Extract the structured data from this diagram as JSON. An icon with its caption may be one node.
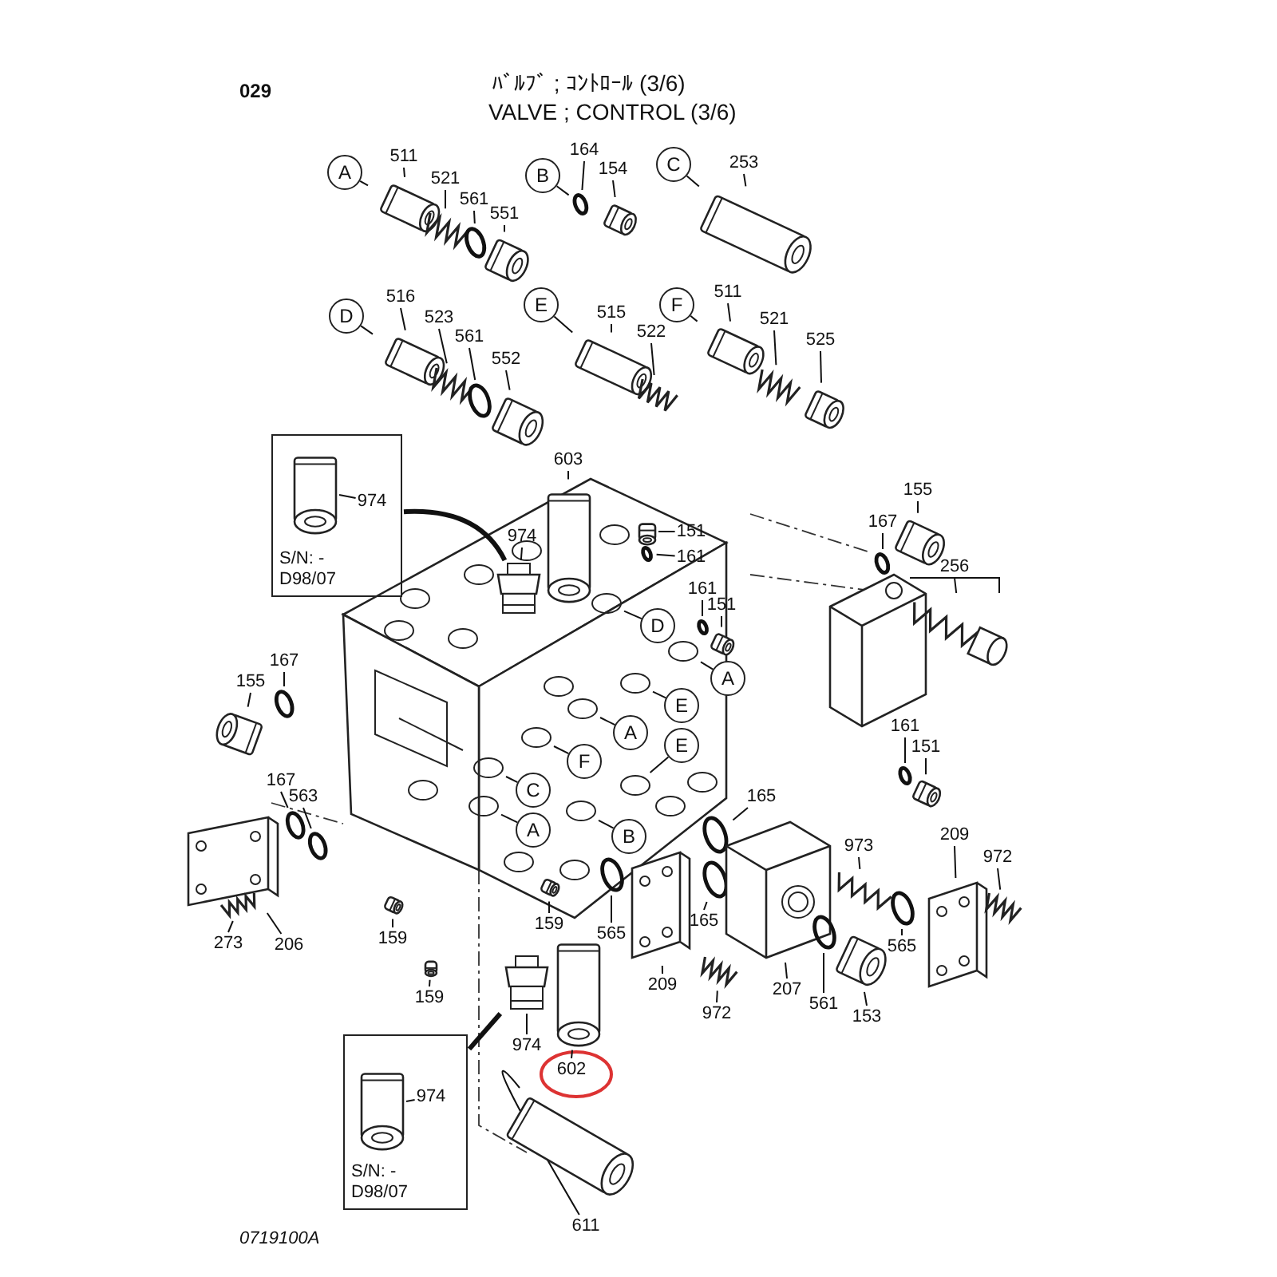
{
  "diagram": {
    "title": "ﾊﾞﾙﾌﾞ ; ｺﾝﾄﾛｰﾙ (3/6)",
    "nodes": [
      {
        "text": [
          "A"
        ]
      },
      {
        "text": [
          "511"
        ]
      },
      {
        "text": [
          "521"
        ]
      },
      {
        "text": [
          "561"
        ]
      },
      {
        "text": [
          "551"
        ]
      },
      {
        "text": [
          "B"
        ]
      },
      {
        "text": [
          "164"
        ]
      },
      {
        "text": [
          "154"
        ]
      },
      {
        "text": [
          "C"
        ]
      },
      {
        "text": [
          "253"
        ]
      },
      {
        "text": [
          "D"
        ]
      },
      {
        "text": [
          "516"
        ]
      },
      {
        "text": [
          "523"
        ]
      },
      {
        "text": [
          "561"
        ]
      },
      {
        "text": [
          "552"
        ]
      },
      {
        "text": [
          "E"
        ]
      },
      {
        "text": [
          "515"
        ]
      },
      {
        "text": [
          "522"
        ]
      },
      {
        "text": [
          "F"
        ]
      },
      {
        "text": [
          "511"
        ]
      },
      {
        "text": [
          "521"
        ]
      },
      {
        "text": [
          "525"
        ]
      },
      {
        "text": [
          "S/N: -D98/07"
        ]
      },
      {
        "text": [
          "974"
        ],
        "in": 22
      },
      {
        "text": [
          "603"
        ]
      },
      {
        "text": [
          "974"
        ]
      },
      {
        "text": [],
        "shape": "picture"
      },
      {
        "text": [
          "151"
        ]
      },
      {
        "text": [
          "161"
        ]
      },
      {
        "text": [
          "161"
        ]
      },
      {
        "text": [
          "151"
        ]
      },
      {
        "text": [
          "167"
        ]
      },
      {
        "text": [
          "155"
        ]
      },
      {
        "text": [
          "256"
        ]
      },
      {
        "text": [
          "161"
        ]
      },
      {
        "text": [
          "151"
        ]
      },
      {
        "text": [
          "D"
        ]
      },
      {
        "text": [
          "A"
        ]
      },
      {
        "text": [
          "E"
        ]
      },
      {
        "text": [
          "A"
        ]
      },
      {
        "text": [
          "E"
        ]
      },
      {
        "text": [
          "F"
        ]
      },
      {
        "text": [
          "C"
        ]
      },
      {
        "text": [
          "A"
        ]
      },
      {
        "text": [
          "B"
        ]
      },
      {
        "text": [
          "155"
        ]
      },
      {
        "text": [
          "167"
        ]
      },
      {
        "text": [
          "167"
        ]
      },
      {
        "text": [
          "563"
        ]
      },
      {
        "text": [
          "165"
        ]
      },
      {
        "text": [
          "973"
        ]
      },
      {
        "text": [
          "209"
        ]
      },
      {
        "text": [
          "972"
        ]
      },
      {
        "text": [
          "273"
        ]
      },
      {
        "text": [
          "206"
        ]
      },
      {
        "text": [
          "159"
        ]
      },
      {
        "text": [
          "565"
        ]
      },
      {
        "text": [
          "159"
        ]
      },
      {
        "text": [
          "165"
        ]
      },
      {
        "text": [
          "565"
        ]
      },
      {
        "text": [
          "209"
        ]
      },
      {
        "text": [
          "972"
        ]
      },
      {
        "text": [
          "207"
        ]
      },
      {
        "text": [
          "561"
        ]
      },
      {
        "text": [
          "153"
        ]
      },
      {
        "text": [
          "159"
        ]
      },
      {
        "text": [
          "974"
        ]
      },
      {
        "text": [],
        "shape": "picture"
      },
      {
        "text": [
          "602"
        ]
      },
      {
        "text": [
          "S/N: -D98/07"
        ]
      },
      {
        "text": [
          "974"
        ],
        "in": 69
      },
      {
        "text": [
          "611"
        ]
      },
      {
        "text": [],
        "shape": "picture"
      },
      {
        "text": [],
        "shape": "picture"
      },
      {
        "text": [],
        "shape": "circle"
      },
      {
        "text": [],
        "shape": "picture"
      },
      {
        "text": [],
        "shape": "circle"
      },
      {
        "text": [],
        "shape": "picture"
      },
      {
        "text": [],
        "shape": "picture"
      },
      {
        "text": [],
        "shape": "picture"
      },
      {
        "text": [],
        "shape": "picture"
      },
      {
        "text": [],
        "shape": "circle"
      },
      {
        "text": [],
        "shape": "picture"
      },
      {
        "text": [],
        "shape": "picture"
      },
      {
        "text": [],
        "shape": "picture"
      },
      {
        "text": [],
        "shape": "picture"
      },
      {
        "text": [],
        "shape": "picture"
      },
      {
        "text": [],
        "shape": "picture"
      },
      {
        "text": [],
        "shape": "picture",
        "in": 22
      },
      {
        "text": [],
        "shape": "picture"
      },
      {
        "text": [],
        "shape": "picture"
      },
      {
        "text": [],
        "shape": "circle"
      },
      {
        "text": [],
        "shape": "circle"
      },
      {
        "text": [],
        "shape": "picture"
      },
      {
        "text": [],
        "shape": "circle"
      },
      {
        "text": [],
        "shape": "picture"
      },
      {
        "text": [],
        "shape": "picture"
      },
      {
        "text": [],
        "shape": "circle"
      },
      {
        "text": [],
        "shape": "picture"
      },
      {
        "text": [],
        "shape": "circle"
      },
      {
        "text": [],
        "shape": "circle"
      },
      {
        "text": [],
        "shape": "circle"
      },
      {
        "text": [],
        "shape": "circle"
      },
      {
        "text": [],
        "shape": "circle"
      },
      {
        "text": [],
        "shape": "circle"
      },
      {
        "text": [],
        "shape": "circle"
      },
      {
        "text": [],
        "shape": "circle"
      },
      {
        "text": [],
        "shape": "circle"
      },
      {
        "text": [],
        "shape": "picture"
      },
      {
        "text": [],
        "shape": "circle"
      },
      {
        "text": [],
        "shape": "picture"
      },
      {
        "text": [],
        "shape": "circle"
      },
      {
        "text": [],
        "shape": "circle"
      },
      {
        "text": [],
        "shape": "picture"
      },
      {
        "text": [],
        "shape": "picture"
      },
      {
        "text": [],
        "shape": "picture"
      },
      {
        "text": [],
        "shape": "picture"
      },
      {
        "text": [],
        "shape": "circle"
      },
      {
        "text": [],
        "shape": "circle"
      },
      {
        "text": [],
        "shape": "circle"
      },
      {
        "text": [],
        "shape": "picture"
      },
      {
        "text": [],
        "shape": "picture"
      },
      {
        "text": [],
        "shape": "picture"
      },
      {
        "text": [],
        "shape": "picture"
      },
      {
        "text": [],
        "shape": "circle"
      },
      {
        "text": [],
        "shape": "picture"
      },
      {
        "text": [],
        "shape": "circle"
      },
      {
        "text": [],
        "shape": "picture"
      },
      {
        "text": [],
        "shape": "picture"
      },
      {
        "text": [],
        "shape": "picture"
      },
      {
        "text": [],
        "shape": "picture",
        "in": 69
      },
      {
        "text": [],
        "shape": "picture"
      }
    ],
    "edges": [
      {
        "from": 0,
        "to": 72,
        "arrow": "none"
      },
      {
        "from": 1,
        "to": 72,
        "arrow": "none"
      },
      {
        "from": 2,
        "to": 73,
        "arrow": "none"
      },
      {
        "from": 3,
        "to": 74,
        "arrow": "none"
      },
      {
        "from": 4,
        "to": 75,
        "arrow": "none"
      },
      {
        "from": 5,
        "to": 76,
        "arrow": "none"
      },
      {
        "from": 6,
        "to": 76,
        "arrow": "none"
      },
      {
        "from": 7,
        "to": 77,
        "arrow": "none"
      },
      {
        "from": 8,
        "to": 78,
        "arrow": "none"
      },
      {
        "from": 9,
        "to": 78,
        "arrow": "none"
      },
      {
        "from": 10,
        "to": 79,
        "arrow": "none"
      },
      {
        "from": 11,
        "to": 79,
        "arrow": "none"
      },
      {
        "from": 12,
        "to": 80,
        "arrow": "none"
      },
      {
        "from": 13,
        "to": 81,
        "arrow": "none"
      },
      {
        "from": 14,
        "to": 82,
        "arrow": "none"
      },
      {
        "from": 15,
        "to": 83,
        "arrow": "none"
      },
      {
        "from": 16,
        "to": 83,
        "arrow": "none"
      },
      {
        "from": 17,
        "to": 84,
        "arrow": "none"
      },
      {
        "from": 18,
        "to": 85,
        "arrow": "none"
      },
      {
        "from": 19,
        "to": 85,
        "arrow": "none"
      },
      {
        "from": 20,
        "to": 86,
        "arrow": "none"
      },
      {
        "from": 21,
        "to": 87,
        "arrow": "none"
      },
      {
        "from": 23,
        "to": 88,
        "arrow": "none"
      },
      {
        "from": 22,
        "to": 26,
        "arrow": "none",
        "style": "thick"
      },
      {
        "from": 24,
        "to": 89,
        "arrow": "none"
      },
      {
        "from": 25,
        "to": 26,
        "arrow": "none"
      },
      {
        "from": 27,
        "to": 90,
        "arrow": "none"
      },
      {
        "from": 28,
        "to": 91,
        "arrow": "none"
      },
      {
        "from": 29,
        "to": 92,
        "arrow": "none"
      },
      {
        "from": 30,
        "to": 93,
        "arrow": "none"
      },
      {
        "from": 31,
        "to": 94,
        "arrow": "none"
      },
      {
        "from": 32,
        "to": 95,
        "arrow": "none"
      },
      {
        "from": 33,
        "to": 96,
        "arrow": "none"
      },
      {
        "from": 34,
        "to": 97,
        "arrow": "none"
      },
      {
        "from": 35,
        "to": 98,
        "arrow": "none"
      },
      {
        "from": 36,
        "to": 99,
        "arrow": "none"
      },
      {
        "from": 37,
        "to": 100,
        "arrow": "none"
      },
      {
        "from": 38,
        "to": 101,
        "arrow": "none"
      },
      {
        "from": 39,
        "to": 102,
        "arrow": "none"
      },
      {
        "from": 40,
        "to": 103,
        "arrow": "none"
      },
      {
        "from": 41,
        "to": 104,
        "arrow": "none"
      },
      {
        "from": 42,
        "to": 105,
        "arrow": "none"
      },
      {
        "from": 43,
        "to": 106,
        "arrow": "none"
      },
      {
        "from": 44,
        "to": 107,
        "arrow": "none"
      },
      {
        "from": 45,
        "to": 108,
        "arrow": "none"
      },
      {
        "from": 46,
        "to": 109,
        "arrow": "none"
      },
      {
        "from": 47,
        "to": 111,
        "arrow": "none"
      },
      {
        "from": 48,
        "to": 112,
        "arrow": "none"
      },
      {
        "from": 49,
        "to": 118,
        "arrow": "none"
      },
      {
        "from": 50,
        "to": 123,
        "arrow": "none"
      },
      {
        "from": 51,
        "to": 127,
        "arrow": "none"
      },
      {
        "from": 52,
        "to": 128,
        "arrow": "none"
      },
      {
        "from": 53,
        "to": 113,
        "arrow": "none"
      },
      {
        "from": 54,
        "to": 110,
        "arrow": "none"
      },
      {
        "from": 55,
        "to": 114,
        "arrow": "none"
      },
      {
        "from": 56,
        "to": 117,
        "arrow": "none"
      },
      {
        "from": 57,
        "to": 116,
        "arrow": "none"
      },
      {
        "from": 58,
        "to": 119,
        "arrow": "none"
      },
      {
        "from": 59,
        "to": 126,
        "arrow": "none"
      },
      {
        "from": 60,
        "to": 120,
        "arrow": "none"
      },
      {
        "from": 61,
        "to": 121,
        "arrow": "none"
      },
      {
        "from": 62,
        "to": 122,
        "arrow": "none"
      },
      {
        "from": 63,
        "to": 124,
        "arrow": "none"
      },
      {
        "from": 64,
        "to": 125,
        "arrow": "none"
      },
      {
        "from": 65,
        "to": 115,
        "arrow": "none"
      },
      {
        "from": 66,
        "to": 67,
        "arrow": "none"
      },
      {
        "from": 68,
        "to": 129,
        "arrow": "none"
      },
      {
        "from": 69,
        "to": 67,
        "arrow": "none",
        "style": "thick"
      },
      {
        "from": 70,
        "to": 130,
        "arrow": "none"
      },
      {
        "from": 71,
        "to": 131,
        "arrow": "none"
      }
    ],
    "labels": [
      "029",
      "VALVE ; CONTROL (3/6)",
      "0719100A"
    ]
  }
}
